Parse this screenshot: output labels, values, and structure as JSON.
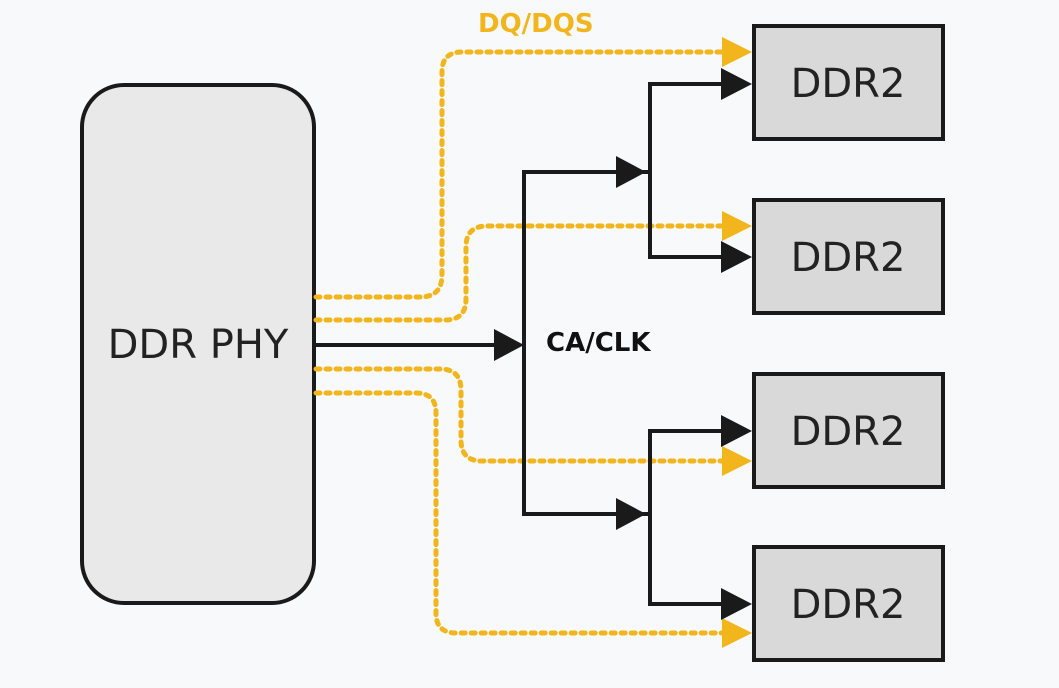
{
  "phy": {
    "label": "DDR PHY"
  },
  "memories": [
    {
      "label": "DDR2"
    },
    {
      "label": "DDR2"
    },
    {
      "label": "DDR2"
    },
    {
      "label": "DDR2"
    }
  ],
  "buses": {
    "ca_clk": {
      "label": "CA/CLK"
    },
    "dq_dqs": {
      "label": "DQ/DQS"
    }
  },
  "colors": {
    "background": "#f8f9fb",
    "phy_fill": "#e9e9e9",
    "memory_fill": "#d9d9d9",
    "stroke": "#1a1a1a",
    "dq_line": "#f2b51b"
  }
}
